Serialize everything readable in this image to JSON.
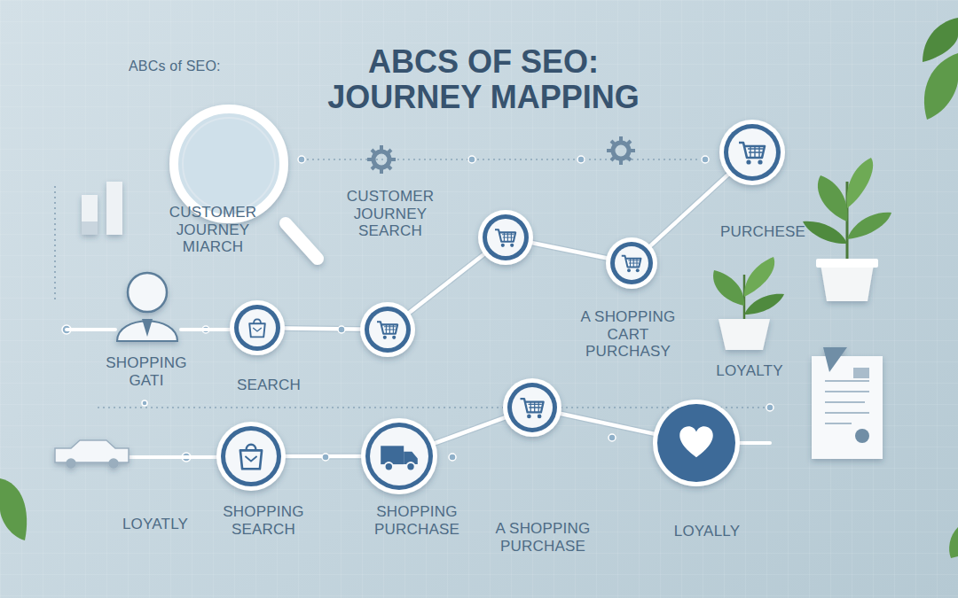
{
  "diagram": {
    "title": "ABCS OF SEO: JOURNEY MAPPING",
    "nodes": [
      {
        "text": [
          "SEARCH"
        ]
      },
      {
        "text": [
          "CUSTOMER JOURNEY SEARCH"
        ]
      },
      {
        "text": [
          "A SHOPPING CART PURCHASY"
        ]
      },
      {
        "text": [
          "PURCHESE"
        ]
      },
      {
        "text": [
          "SHOPPING SEARCH"
        ]
      },
      {
        "text": [
          "SHOPPING PURCHASE"
        ]
      },
      {
        "text": [
          "A SHOPPING PURCHASE"
        ]
      },
      {
        "text": [
          "LOYALLY"
        ]
      }
    ],
    "edges": [
      {
        "from": 0,
        "to": 1,
        "arrow": "none"
      },
      {
        "from": 1,
        "to": 2,
        "arrow": "none"
      },
      {
        "from": 2,
        "to": 3,
        "arrow": "none"
      },
      {
        "from": 4,
        "to": 5,
        "arrow": "none"
      },
      {
        "from": 5,
        "to": 6,
        "arrow": "none"
      },
      {
        "from": 6,
        "to": 7,
        "arrow": "none"
      }
    ],
    "labels": [
      "ABCs of SEO:",
      "CUSTOMER JOURNEY MIARCH",
      "SHOPPING GATI",
      "LOYALTY",
      "LOYATLY"
    ]
  }
}
